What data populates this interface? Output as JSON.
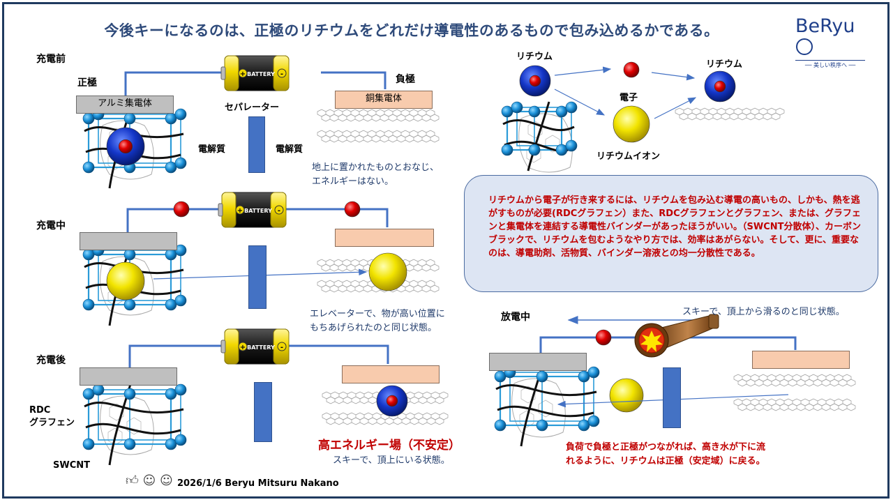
{
  "title": "今後キーになるのは、正極のリチウムをどれだけ導電性のあるもので包み込めるかである。",
  "logo": {
    "brand": "BeRyu",
    "tagline": "── 美しい秩序へ ──"
  },
  "battery_label": "BATTERY",
  "stages": {
    "before": {
      "heading": "充電前",
      "positive": "正極",
      "negative": "負極",
      "al_collector": "アルミ集電体",
      "cu_collector": "銅集電体",
      "separator": "セパレーター",
      "electrolyte_left": "電解質",
      "electrolyte_right": "電解質",
      "note_line1": "地上に置かれたものとおなじ、",
      "note_line2": "エネルギーはない。"
    },
    "charging": {
      "heading": "充電中",
      "note_line1": "エレベーターで、物が高い位置に",
      "note_line2": "もちあげられたのと同じ状態。"
    },
    "after": {
      "heading": "充電後",
      "rdc_line1": "RDC",
      "rdc_line2": "グラフェン",
      "swcnt": "SWCNT",
      "high_energy": "高エネルギー場（不安定）",
      "ski_top": "スキーで、頂上にいる状態。"
    },
    "discharging": {
      "heading": "放電中",
      "ski_slide": "スキーで、頂上から滑るのと同じ状態。",
      "note_line1": "負荷で負極と正極がつながれば、高き水が下に流",
      "note_line2": "れるように、リチウムは正極（安定域）に戻る。"
    }
  },
  "legend": {
    "lithium": "リチウム",
    "electron": "電子",
    "lithium_right": "リチウム",
    "lithium_ion": "リチウムイオン"
  },
  "callout": "リチウムから電子が行き来するには、リチウムを包み込む導電の高いもの、しかも、熱を逃がすものが必要(RDCグラフェン）また、RDCグラフェンとグラフェン、または、グラフェンと集電体を連結する導電性バインダーがあったほうがいい。（SWCNT分散体）、カーボンブラックで、リチウムを包むようなやり方では、効率はあがらない。そして、更に、重要なのは、導電助剤、活物質、バインダー溶液との均一分散性である。",
  "footer": "2026/1/6 Beryu Mitsuru Nakano",
  "colors": {
    "title": "#2e4a7a",
    "wire": "#4472c4",
    "separator": "#4472c4",
    "lithium_blue": "#1030c0",
    "electron_red": "#e00000",
    "ion_yellow": "#f0e000",
    "callout_fill": "#dde5f3",
    "warning_red": "#c00000"
  }
}
